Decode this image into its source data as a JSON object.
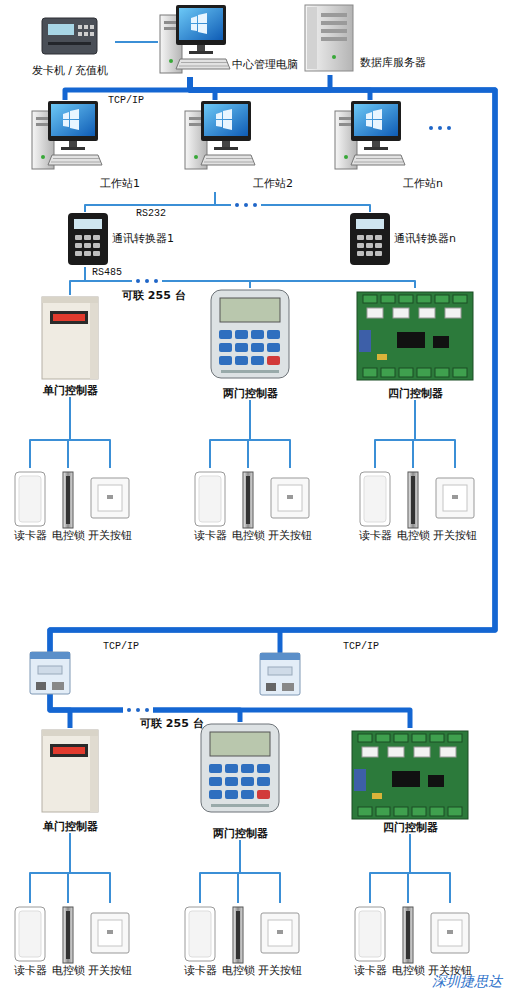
{
  "diagram": {
    "nodes": [
      {
        "text": [
          "发卡机 / 充值机"
        ]
      },
      {
        "text": [
          "中心管理电脑"
        ]
      },
      {
        "text": [
          "数据库服务器"
        ]
      },
      {
        "text": [
          "工作站1"
        ]
      },
      {
        "text": [
          "工作站2"
        ]
      },
      {
        "text": [
          "工作站n"
        ]
      },
      {
        "text": [
          "通讯转换器1"
        ]
      },
      {
        "text": [
          "通讯转换器n"
        ]
      },
      {
        "text": [
          "单门控制器"
        ]
      },
      {
        "text": [
          "两门控制器"
        ]
      },
      {
        "text": [
          "四门控制器"
        ]
      },
      {
        "text": [
          "读卡器"
        ]
      },
      {
        "text": [
          "电控锁"
        ]
      },
      {
        "text": [
          "开关按钮"
        ]
      },
      {
        "text": [
          "读卡器"
        ]
      },
      {
        "text": [
          "电控锁"
        ]
      },
      {
        "text": [
          "开关按钮"
        ]
      },
      {
        "text": [
          "读卡器"
        ]
      },
      {
        "text": [
          "电控锁"
        ]
      },
      {
        "text": [
          "开关按钮"
        ]
      },
      {
        "text": [
          "单门控制器"
        ]
      },
      {
        "text": [
          "两门控制器"
        ]
      },
      {
        "text": [
          "四门控制器"
        ]
      },
      {
        "text": [
          "读卡器"
        ]
      },
      {
        "text": [
          "电控锁"
        ]
      },
      {
        "text": [
          "开关按钮"
        ]
      },
      {
        "text": [
          "读卡器"
        ]
      },
      {
        "text": [
          "电控锁"
        ]
      },
      {
        "text": [
          "开关按钮"
        ]
      },
      {
        "text": [
          "读卡器"
        ]
      },
      {
        "text": [
          "电控锁"
        ]
      },
      {
        "text": [
          "开关按钮"
        ]
      }
    ],
    "edges": [
      {
        "from": 0,
        "to": 1,
        "arrow": "none"
      },
      {
        "from": 1,
        "to": 2,
        "arrow": "none"
      },
      {
        "from": 1,
        "to": 3,
        "arrow": "none"
      },
      {
        "from": 1,
        "to": 4,
        "arrow": "none"
      },
      {
        "from": 1,
        "to": 5,
        "arrow": "none"
      },
      {
        "from": 4,
        "to": 6,
        "arrow": "none"
      },
      {
        "from": 4,
        "to": 7,
        "arrow": "none"
      },
      {
        "from": 6,
        "to": 8,
        "arrow": "none"
      },
      {
        "from": 6,
        "to": 9,
        "arrow": "none"
      },
      {
        "from": 6,
        "to": 10,
        "arrow": "none"
      },
      {
        "from": 8,
        "to": 11,
        "arrow": "none"
      },
      {
        "from": 8,
        "to": 12,
        "arrow": "none"
      },
      {
        "from": 8,
        "to": 13,
        "arrow": "none"
      },
      {
        "from": 9,
        "to": 14,
        "arrow": "none"
      },
      {
        "from": 9,
        "to": 15,
        "arrow": "none"
      },
      {
        "from": 9,
        "to": 16,
        "arrow": "none"
      },
      {
        "from": 10,
        "to": 17,
        "arrow": "none"
      },
      {
        "from": 10,
        "to": 18,
        "arrow": "none"
      },
      {
        "from": 10,
        "to": 19,
        "arrow": "none"
      },
      {
        "from": 1,
        "to": 20,
        "arrow": "none"
      },
      {
        "from": 1,
        "to": 21,
        "arrow": "none"
      },
      {
        "from": 1,
        "to": 22,
        "arrow": "none"
      },
      {
        "from": 20,
        "to": 23,
        "arrow": "none"
      },
      {
        "from": 20,
        "to": 24,
        "arrow": "none"
      },
      {
        "from": 20,
        "to": 25,
        "arrow": "none"
      },
      {
        "from": 21,
        "to": 26,
        "arrow": "none"
      },
      {
        "from": 21,
        "to": 27,
        "arrow": "none"
      },
      {
        "from": 21,
        "to": 28,
        "arrow": "none"
      },
      {
        "from": 22,
        "to": 29,
        "arrow": "none"
      },
      {
        "from": 22,
        "to": 30,
        "arrow": "none"
      },
      {
        "from": 22,
        "to": 31,
        "arrow": "none"
      }
    ],
    "labels": [
      "TCP/IP",
      "RS232",
      "RS485",
      "可联 255 台",
      "TCP/IP",
      "TCP/IP",
      "可联 255 台",
      "深圳捷思达"
    ]
  }
}
